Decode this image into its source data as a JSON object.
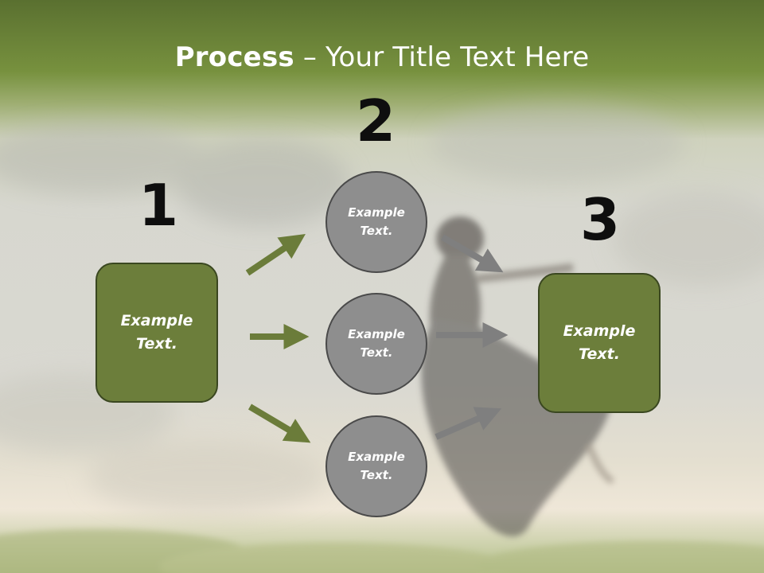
{
  "title": {
    "bold": "Process",
    "rest": " – Your Title Text Here"
  },
  "steps": [
    {
      "number": "1",
      "line1": "Example",
      "line2": "Text."
    },
    {
      "number": "2"
    },
    {
      "number": "3",
      "line1": "Example",
      "line2": "Text."
    }
  ],
  "circles": [
    {
      "line1": "Example",
      "line2": "Text."
    },
    {
      "line1": "Example",
      "line2": "Text."
    },
    {
      "line1": "Example",
      "line2": "Text."
    }
  ],
  "colors": {
    "green_box": "#6c7e3b",
    "green_arrow": "#6b7c3a",
    "circle_fill": "#8e8e8e",
    "gray_arrow": "#7f7f7f"
  }
}
